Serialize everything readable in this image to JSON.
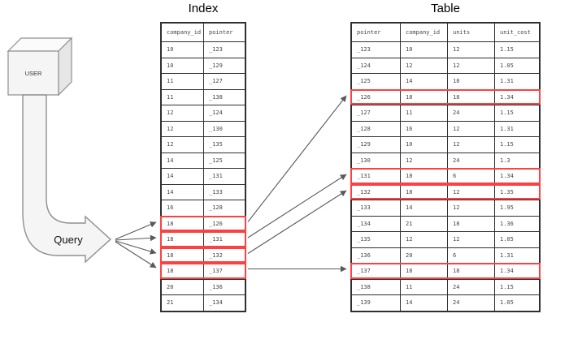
{
  "shapes": {
    "user_label": "USER",
    "query_label": "Query"
  },
  "index_table": {
    "title": "Index",
    "headers": [
      "company_id",
      "pointer"
    ],
    "rows": [
      [
        "10",
        "_123"
      ],
      [
        "10",
        "_129"
      ],
      [
        "11",
        "_127"
      ],
      [
        "11",
        "_138"
      ],
      [
        "12",
        "_124"
      ],
      [
        "12",
        "_130"
      ],
      [
        "12",
        "_135"
      ],
      [
        "14",
        "_125"
      ],
      [
        "14",
        "_131"
      ],
      [
        "14",
        "_133"
      ],
      [
        "16",
        "_128"
      ],
      [
        "18",
        "_126"
      ],
      [
        "18",
        "_131"
      ],
      [
        "18",
        "_132"
      ],
      [
        "18",
        "_137"
      ],
      [
        "20",
        "_136"
      ],
      [
        "21",
        "_134"
      ]
    ],
    "highlighted_rows": [
      11,
      12,
      13,
      14
    ]
  },
  "data_table": {
    "title": "Table",
    "headers": [
      "pointer",
      "company_id",
      "units",
      "unit_cost"
    ],
    "rows": [
      [
        "_123",
        "10",
        "12",
        "1.15"
      ],
      [
        "_124",
        "12",
        "12",
        "1.05"
      ],
      [
        "_125",
        "14",
        "18",
        "1.31"
      ],
      [
        "_126",
        "18",
        "18",
        "1.34"
      ],
      [
        "_127",
        "11",
        "24",
        "1.15"
      ],
      [
        "_128",
        "16",
        "12",
        "1.31"
      ],
      [
        "_129",
        "10",
        "12",
        "1.15"
      ],
      [
        "_130",
        "12",
        "24",
        "1.3"
      ],
      [
        "_131",
        "18",
        "6",
        "1.34"
      ],
      [
        "_132",
        "18",
        "12",
        "1.35"
      ],
      [
        "_133",
        "14",
        "12",
        "1.95"
      ],
      [
        "_134",
        "21",
        "18",
        "1.36"
      ],
      [
        "_135",
        "12",
        "12",
        "1.05"
      ],
      [
        "_136",
        "20",
        "6",
        "1.31"
      ],
      [
        "_137",
        "18",
        "18",
        "1.34"
      ],
      [
        "_138",
        "11",
        "24",
        "1.15"
      ],
      [
        "_139",
        "14",
        "24",
        "1.05"
      ]
    ],
    "highlighted_rows": [
      3,
      8,
      9,
      14
    ]
  },
  "colors": {
    "highlight": "#ff4040",
    "arrow": "#595959",
    "table_border": "#2f2f2f",
    "shape_fill": "#f5f5f5",
    "shape_stroke": "#8f8f8f"
  }
}
